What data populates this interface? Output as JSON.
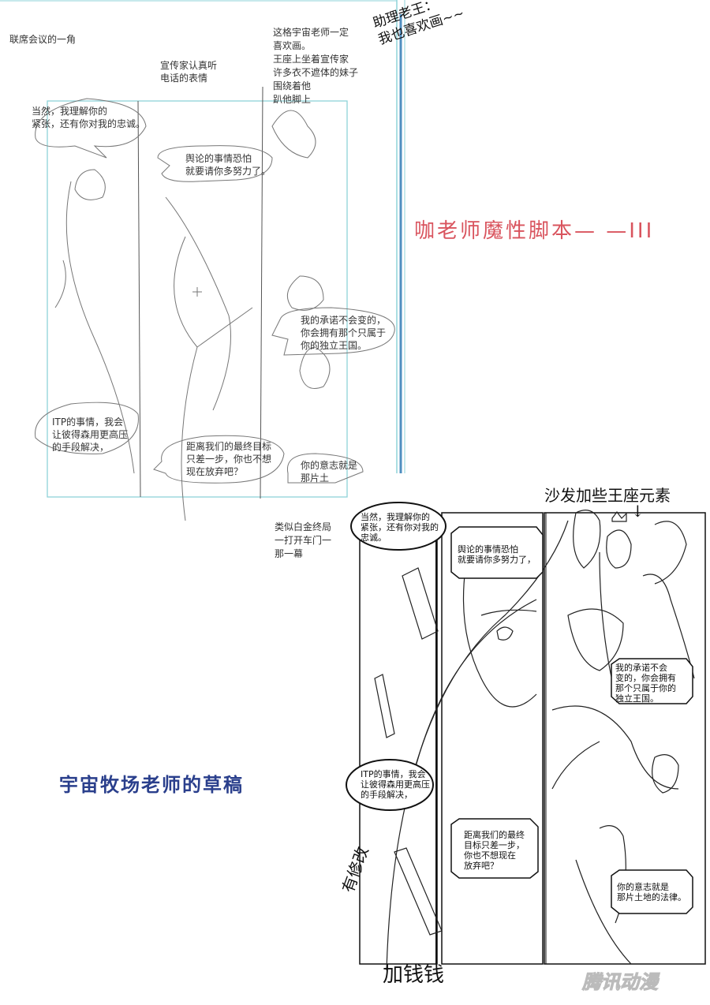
{
  "sketch_notes": {
    "note_1": "联席会议的一角",
    "note_2": "宣传家认真听\n电话的表情",
    "note_3": "这格宇宙老师一定\n喜欢画。\n王座上坐着宣传家\n许多衣不遮体的妹子\n围绕着他\n趴他脚上",
    "note_4": "类似白金终局\n一打开车门一\n那一幕"
  },
  "sketch_bubbles": [
    "当然，我理解你的\n紧张，还有你对我的忠诚。",
    "舆论的事情恐怕\n就要请你多努力了。",
    "我的承诺不会变的，\n你会拥有那个只属于\n你的独立王国。",
    "ITP的事情，我会\n让彼得森用更高压\n的手段解决，",
    "距离我们的最终目标\n只差一步，你也不想\n现在放弃吧？",
    "你的意志就是\n那片土"
  ],
  "draft_bubbles": [
    "当然，我理解你的\n紧张，还有你对我的\n忠诚。",
    "舆论的事情恐怕\n就要请你多努力了，",
    "我的承诺不会\n变的，你会拥有\n那个只属于你的\n独立王国。",
    "ITP的事情，我会\n让彼得森用更高压\n的手段解决，",
    "距离我们的最终\n目标只差一步，\n你也不想现在\n放弃吧？",
    "你的意志就是\n那片土地的法律。"
  ],
  "handwritten": {
    "assistant_note": "助理老王：\n我也喜欢画~~",
    "throne_note": "沙发加些王座元素",
    "revise_note": "有修改",
    "bottom_note": "加钱钱"
  },
  "captions": {
    "red_title": "咖老师魔性脚本— —III",
    "blue_caption": "宇宙牧场老师的草稿",
    "watermark": "腾讯动漫"
  },
  "colors": {
    "red_title": "#d9545e",
    "blue_caption": "#2a3f8c",
    "guide_cyan": "#8fd3d8",
    "guide_blue": "#4f8fc0"
  }
}
